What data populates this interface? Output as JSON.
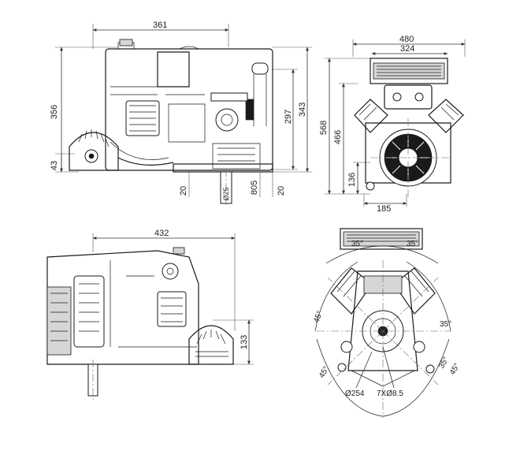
{
  "views": {
    "side_top": {
      "dims": {
        "width": "361",
        "height": "356",
        "h297": "297",
        "h343": "343",
        "h43": "43",
        "foot_left": "20",
        "shaft_dia": "Ø25",
        "offset_805": "805",
        "foot_right": "20"
      }
    },
    "front_top": {
      "dims": {
        "width": "480",
        "inner": "324",
        "height": "568",
        "h466": "466",
        "h136": "136",
        "w185": "185"
      }
    },
    "side_bottom": {
      "dims": {
        "width": "432",
        "height": "133"
      }
    },
    "bottom_view": {
      "dims": {
        "a1": "35°",
        "a2": "35°",
        "a3": "45°",
        "a4": "35°",
        "a5": "45°",
        "a6": "35°",
        "a7": "45°",
        "circle": "Ø254",
        "holes": "7XØ8.5"
      }
    }
  }
}
